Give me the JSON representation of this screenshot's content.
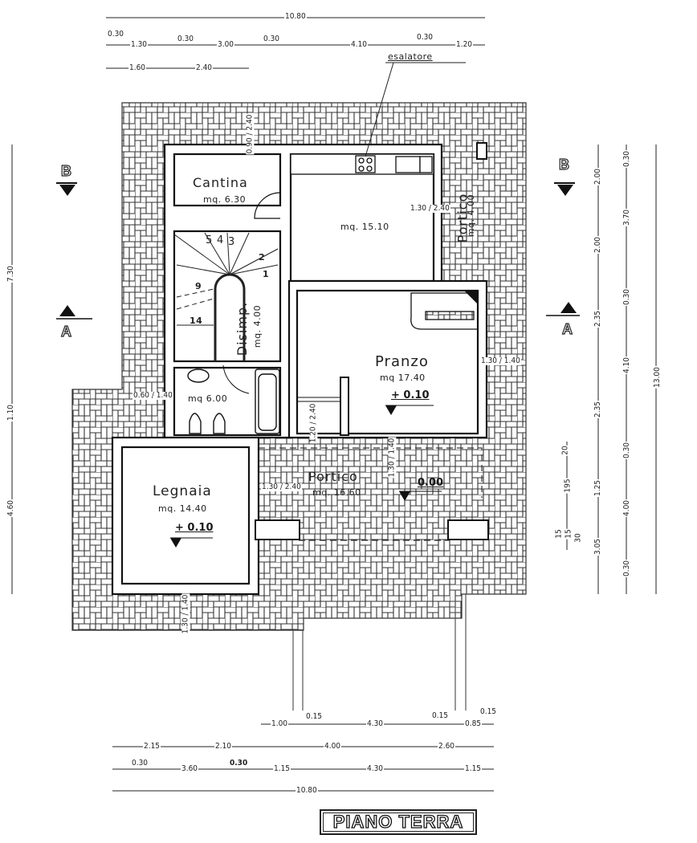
{
  "title": "PIANO TERRA",
  "rooms": {
    "cantina": {
      "name": "Cantina",
      "area": "mq. 6.30"
    },
    "cucina": {
      "name": "",
      "area": "mq. 15.10"
    },
    "portico_east": {
      "name": "Portico",
      "area": "mq. 4.00"
    },
    "disimpegno": {
      "name": "Disimp.",
      "area": "mq. 4.00"
    },
    "bagno": {
      "name": "",
      "area": "mq 6.00"
    },
    "pranzo": {
      "name": "Pranzo",
      "area": "mq 17.40",
      "level": "+ 0.10"
    },
    "legnaia": {
      "name": "Legnaia",
      "area": "mq. 14.40",
      "level": "+ 0.10"
    },
    "portico_south": {
      "name": "Portico",
      "area": "mq. 16.60",
      "level": "0.00"
    }
  },
  "annotations": {
    "esalatore": "esalatore",
    "stairs": [
      "5",
      "4",
      "3",
      "2",
      "1",
      "9",
      "14"
    ]
  },
  "openings": {
    "cantina_window": "0.90 / 2.40",
    "cucina_window": "1.30 / 2.40",
    "pranzo_window": "1.30 / 1.40",
    "bagno_window": "0.60 / 1.40",
    "pranzo_door": "1.20 / 2.40",
    "pranzo_south_window": "1.30 / 1.40",
    "legnaia_door": "1.30 / 2.40",
    "legnaia_window": "1.30 / 1.40"
  },
  "section_marks": {
    "a": "A",
    "b": "B"
  },
  "dimensions": {
    "top": {
      "row1": [
        "10.80"
      ],
      "row2": [
        "0.30",
        "1.30",
        "0.30",
        "3.00",
        "0.30",
        "4.10",
        "0.30",
        "1.20"
      ],
      "row3": [
        "1.60",
        "2.40"
      ]
    },
    "left": [
      "7.30",
      "1.10",
      "4.60"
    ],
    "right": {
      "col1": [
        "20",
        "195",
        "15",
        "15",
        "30"
      ],
      "col2": [
        "2.00",
        "2.00",
        "2.35",
        "2.35",
        "1.25",
        "3.05"
      ],
      "col3": [
        "0.30",
        "3.70",
        "0.30",
        "4.10",
        "0.30",
        "4.00",
        "0.30"
      ],
      "col4": [
        "13.00"
      ]
    },
    "bottom": {
      "row1": [
        "1.00",
        "0.15",
        "4.30",
        "0.15",
        "0.85",
        "0.15"
      ],
      "row2": [
        "2.15",
        "2.10",
        "4.00",
        "2.60"
      ],
      "row3": [
        "0.30",
        "3.60",
        "0.30",
        "1.15",
        "4.30",
        "1.15"
      ],
      "row4": [
        "10.80"
      ]
    }
  }
}
